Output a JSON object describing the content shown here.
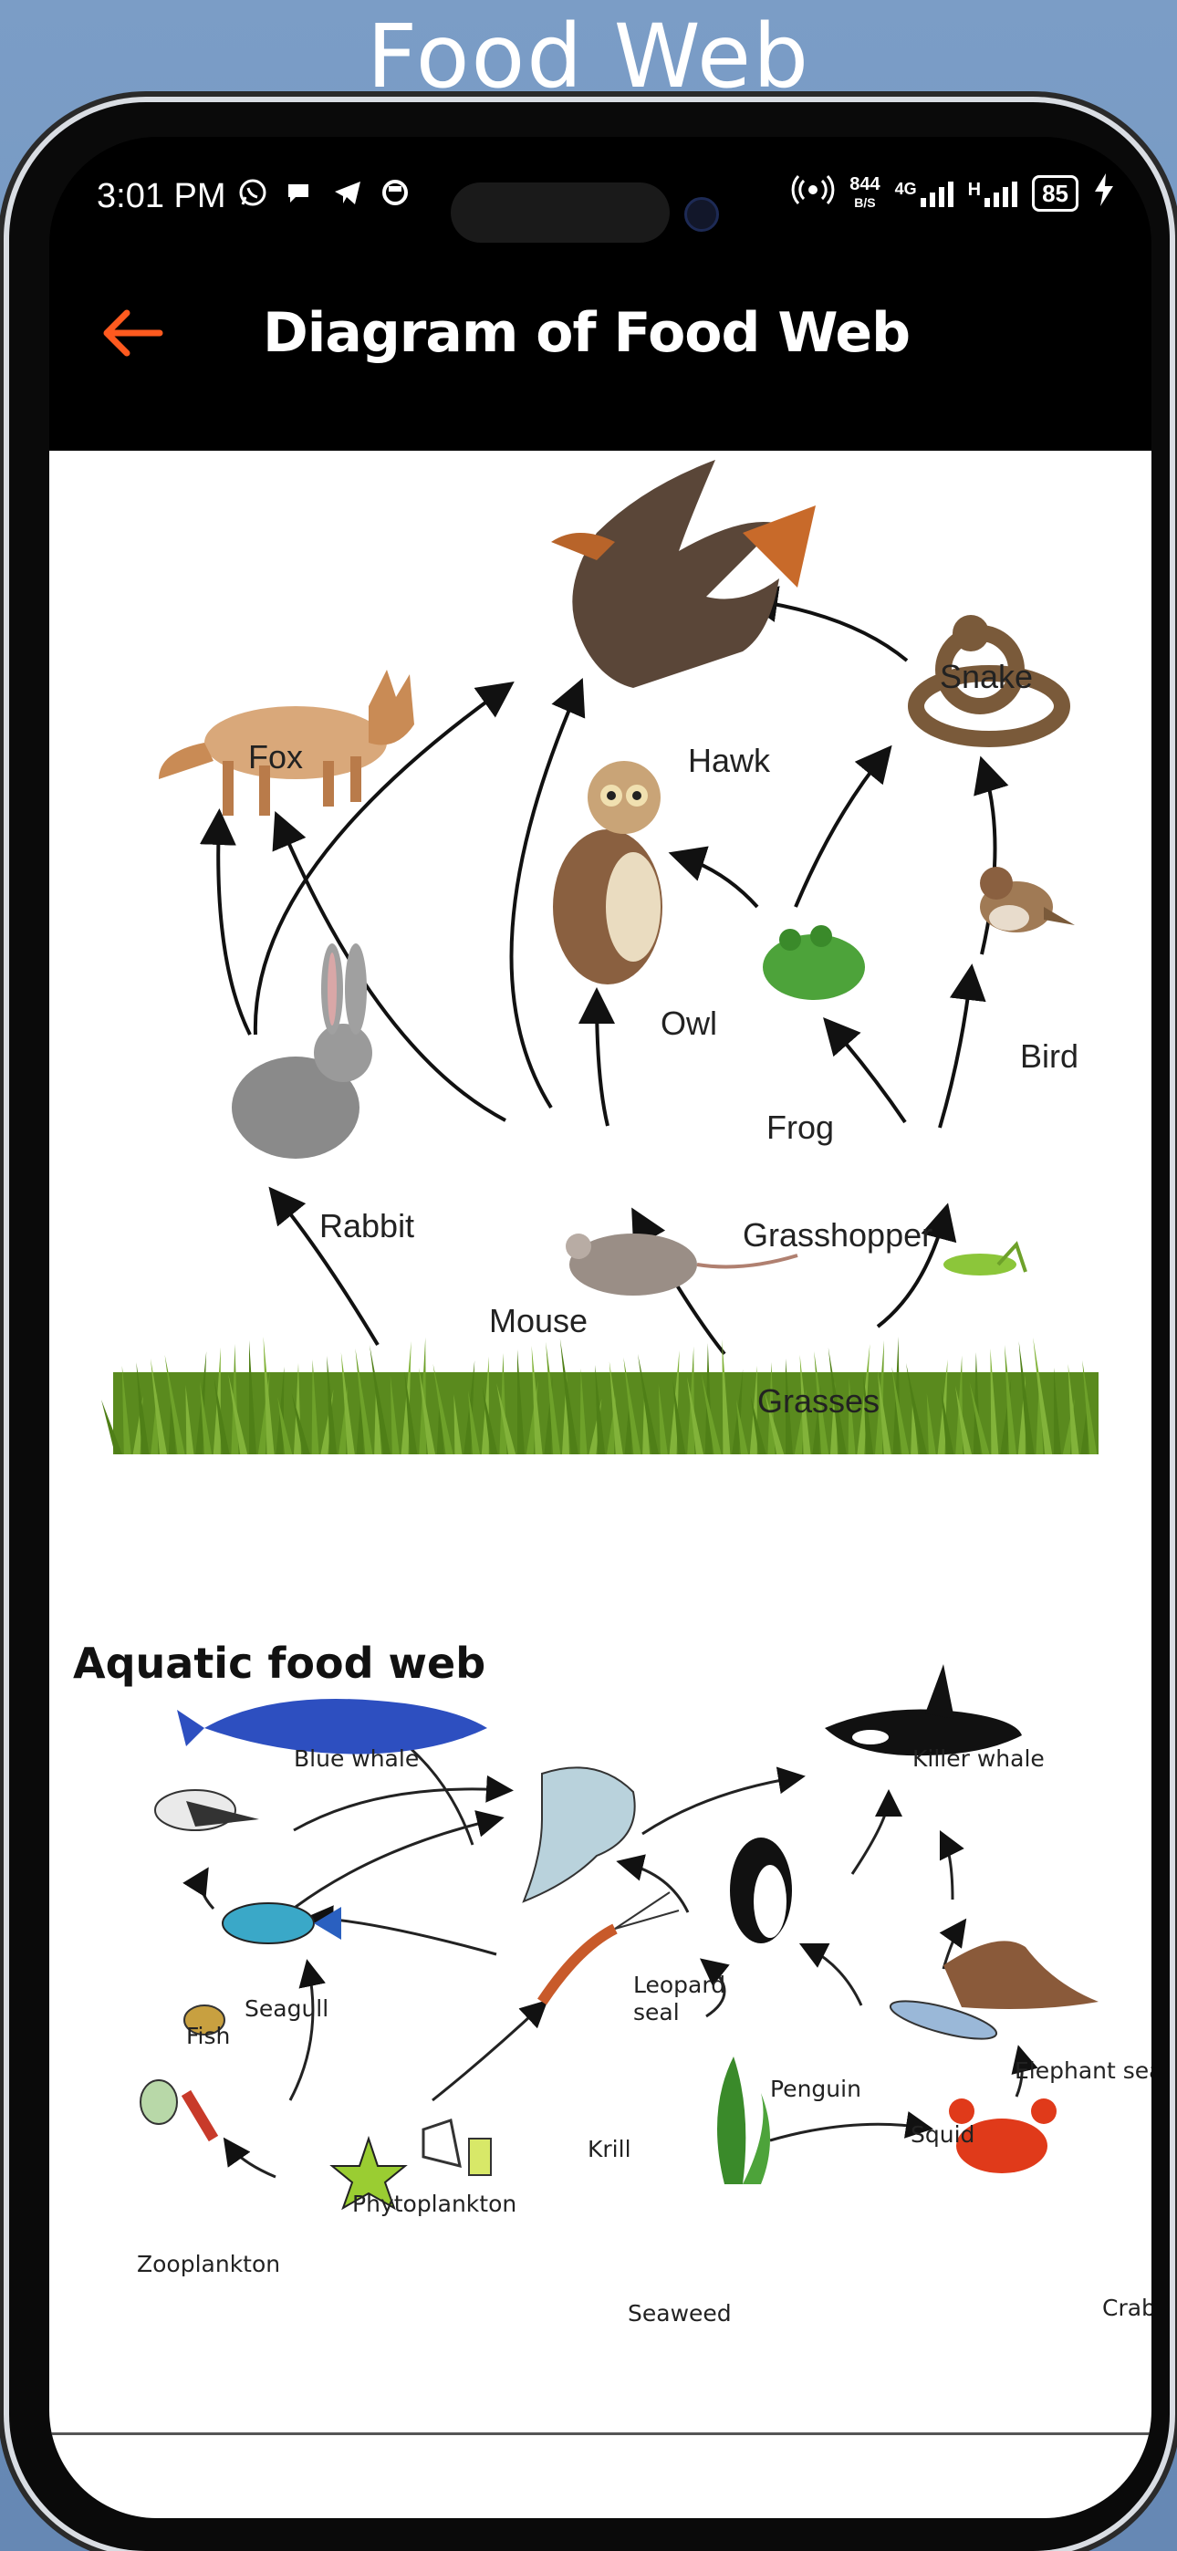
{
  "promo": {
    "title": "Food Web"
  },
  "status_bar": {
    "time": "3:01 PM",
    "speed_value": "844",
    "speed_unit": "B/S",
    "network": "4G",
    "network2": "H",
    "battery": "85"
  },
  "app_bar": {
    "title": "Diagram of Food Web"
  },
  "terrestrial": {
    "labels": {
      "fox": "Fox",
      "hawk": "Hawk",
      "snake": "Snake",
      "owl": "Owl",
      "frog": "Frog",
      "bird": "Bird",
      "rabbit": "Rabbit",
      "grasshopper": "Grasshopper",
      "mouse": "Mouse",
      "grasses": "Grasses"
    }
  },
  "aquatic": {
    "title": "Aquatic food web",
    "labels": {
      "blue_whale": "Blue whale",
      "killer_whale": "Killer whale",
      "seagull": "Seagull",
      "leopard_seal": "Leopard\nseal",
      "penguin": "Penguin",
      "elephant_seal": "Elephant seal",
      "fish": "Fish",
      "squid": "Squid",
      "krill": "Krill",
      "phytoplankton": "Phytoplankton",
      "zooplankton": "Zooplankton",
      "seaweed": "Seaweed",
      "crab": "Crab"
    }
  },
  "colors": {
    "accent": "#ff5a1f",
    "grass": "#5a8a1e"
  }
}
